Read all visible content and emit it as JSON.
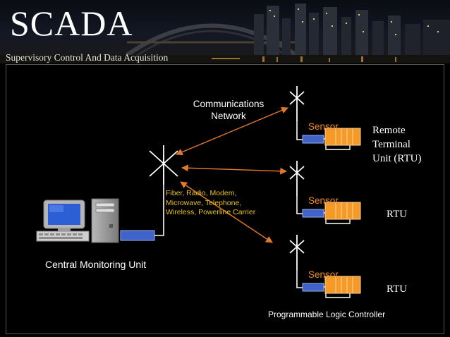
{
  "title": "SCADA",
  "subtitle": "Supervisory Control And Data Acquisition",
  "diagram": {
    "communications_label": "Communications Network",
    "media_label": "Fiber, Radio, Modem, Microwave, Telephone, Wireless, Powerline Carrier",
    "sensor_label": "Sensor",
    "rtu_remote_label": "Remote Terminal Unit (RTU)",
    "rtu_short_label": "RTU",
    "central_label": "Central Monitoring Unit",
    "plc_label": "Programmable Logic Controller"
  },
  "colors": {
    "arrow": "#e07a2a",
    "sensor_text": "#f08a24",
    "module_fill": "#f59a26",
    "connector_blue": "#3f63c8",
    "media_text": "#e8c31a",
    "monitor_blue": "#2c5fd6"
  }
}
